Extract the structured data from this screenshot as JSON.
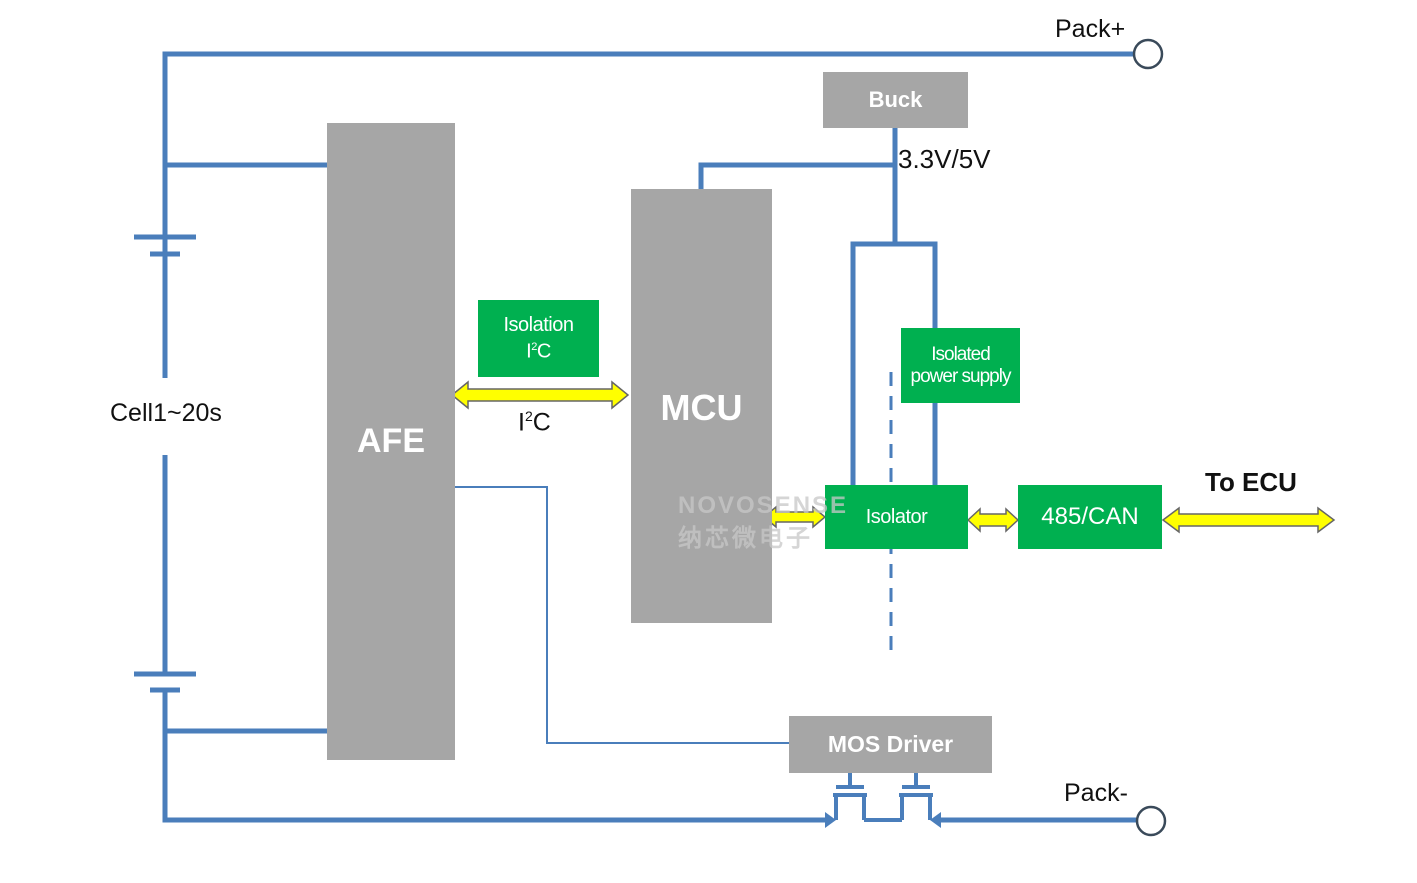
{
  "colors": {
    "wire": "#4a7ebb",
    "block_gray": "#a6a6a6",
    "block_green": "#00b050",
    "arrow_fill": "#ffff00",
    "text_white": "#ffffff"
  },
  "terminals": {
    "pack_plus": "Pack+",
    "pack_minus": "Pack-"
  },
  "battery": {
    "label": "Cell1~20s"
  },
  "blocks": {
    "afe": "AFE",
    "mcu": "MCU",
    "buck": "Buck",
    "mos_driver": "MOS Driver",
    "isolator": "Isolator",
    "bus": "485/CAN",
    "isolation_i2c_line1": "Isolation",
    "isolation_i2c_line2_base": "I",
    "isolation_i2c_line2_sup": "2",
    "isolation_i2c_line2_end": "C",
    "isolated_supply_line1": "Isolated",
    "isolated_supply_line2": "power supply"
  },
  "labels": {
    "voltage": "3.3V/5V",
    "i2c_base": "I",
    "i2c_sup": "2",
    "i2c_end": "C",
    "to_ecu": "To ECU"
  },
  "watermark": {
    "latin": "NOVOSENSE",
    "cjk": "纳芯微电子"
  }
}
